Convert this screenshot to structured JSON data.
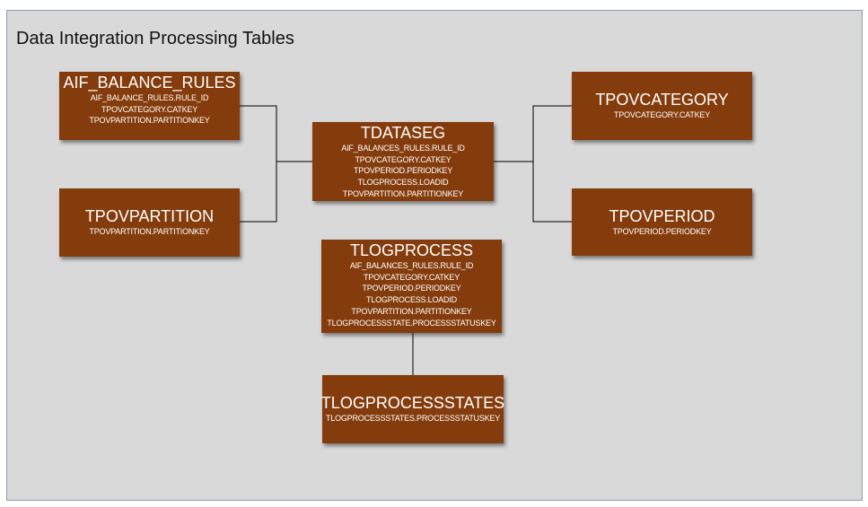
{
  "title": "Data Integration Processing Tables",
  "tables": {
    "aif_balance_rules": {
      "name": "AIF_BALANCE_RULES",
      "fields": [
        "AIF_BALANCE_RULES.RULE_ID",
        "TPOVCATEGORY.CATKEY",
        "TPOVPARTITION.PARTITIONKEY"
      ]
    },
    "tpovpartition": {
      "name": "TPOVPARTITION",
      "fields": [
        "TPOVPARTITION.PARTITIONKEY"
      ]
    },
    "tdataseg": {
      "name": "TDATASEG",
      "fields": [
        "AIF_BALANCES_RULES.RULE_ID",
        "TPOVCATEGORY.CATKEY",
        "TPOVPERIOD.PERIODKEY",
        "TLOGPROCESS.LOADID",
        "TPOVPARTITION.PARTITIONKEY"
      ]
    },
    "tpovcategory": {
      "name": "TPOVCATEGORY",
      "fields": [
        "TPOVCATEGORY.CATKEY"
      ]
    },
    "tpovperiod": {
      "name": "TPOVPERIOD",
      "fields": [
        "TPOVPERIOD.PERIODKEY"
      ]
    },
    "tlogprocess": {
      "name": "TLOGPROCESS",
      "fields": [
        "AIF_BALANCES_RULES.RULE_ID",
        "TPOVCATEGORY.CATKEY",
        "TPOVPERIOD.PERIODKEY",
        "TLOGPROCESS.LOADID",
        "TPOVPARTITION.PARTITIONKEY",
        "TLOGPROCESSSTATE.PROCESSSTATUSKEY"
      ]
    },
    "tlogprocessstates": {
      "name": "TLOGPROCESSSTATES",
      "fields": [
        "TLOGPROCESSSTATES.PROCESSSTATUSKEY"
      ]
    }
  },
  "colors": {
    "box_fill": "#843c0c",
    "box_text": "#ffffff",
    "background": "#d9d9d9",
    "connector": "#000000"
  }
}
